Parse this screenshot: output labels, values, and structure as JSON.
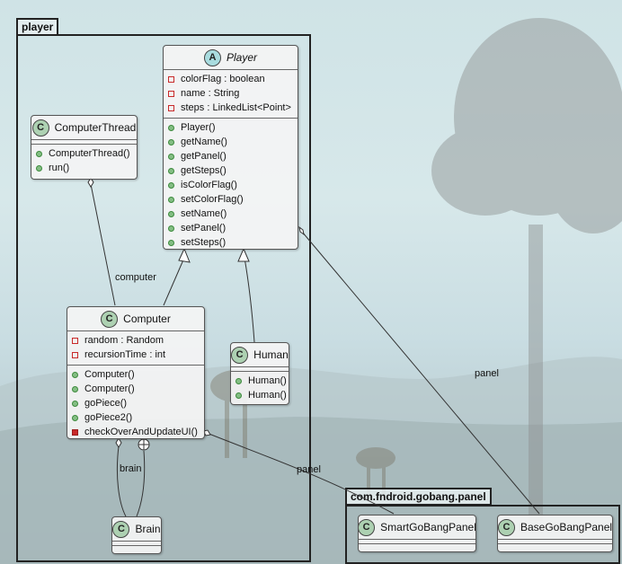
{
  "packages": {
    "player": "player",
    "panel": "com.fndroid.gobang.panel"
  },
  "classes": {
    "player": {
      "name": "Player",
      "stereotype": "A",
      "fields": [
        "colorFlag : boolean",
        "name : String",
        "steps : LinkedList<Point>"
      ],
      "methods": [
        "Player()",
        "getName()",
        "getPanel()",
        "getSteps()",
        "isColorFlag()",
        "setColorFlag()",
        "setName()",
        "setPanel()",
        "setSteps()"
      ]
    },
    "computer_thread": {
      "name": "ComputerThread",
      "stereotype": "C",
      "fields": [],
      "methods": [
        "ComputerThread()",
        "run()"
      ]
    },
    "computer": {
      "name": "Computer",
      "stereotype": "C",
      "fields": [
        "random : Random",
        "recursionTime : int"
      ],
      "methods": [
        "Computer()",
        "Computer()",
        "goPiece()",
        "goPiece2()",
        "checkOverAndUpdateUI()"
      ]
    },
    "human": {
      "name": "Human",
      "stereotype": "C",
      "fields": [],
      "methods": [
        "Human()",
        "Human()"
      ]
    },
    "brain": {
      "name": "Brain",
      "stereotype": "C"
    },
    "smart_panel": {
      "name": "SmartGoBangPanel",
      "stereotype": "C"
    },
    "base_panel": {
      "name": "BaseGoBangPanel",
      "stereotype": "C"
    }
  },
  "edge_labels": {
    "computer": "computer",
    "brain": "brain",
    "panel_smart": "panel",
    "panel_base": "panel"
  },
  "colors": {
    "class_bg": "#f4f4f4",
    "stereotype_class": "#add1b2",
    "stereotype_abstract": "#a9dcdf",
    "private_field": "#c82929",
    "public_method": "#84be84"
  }
}
